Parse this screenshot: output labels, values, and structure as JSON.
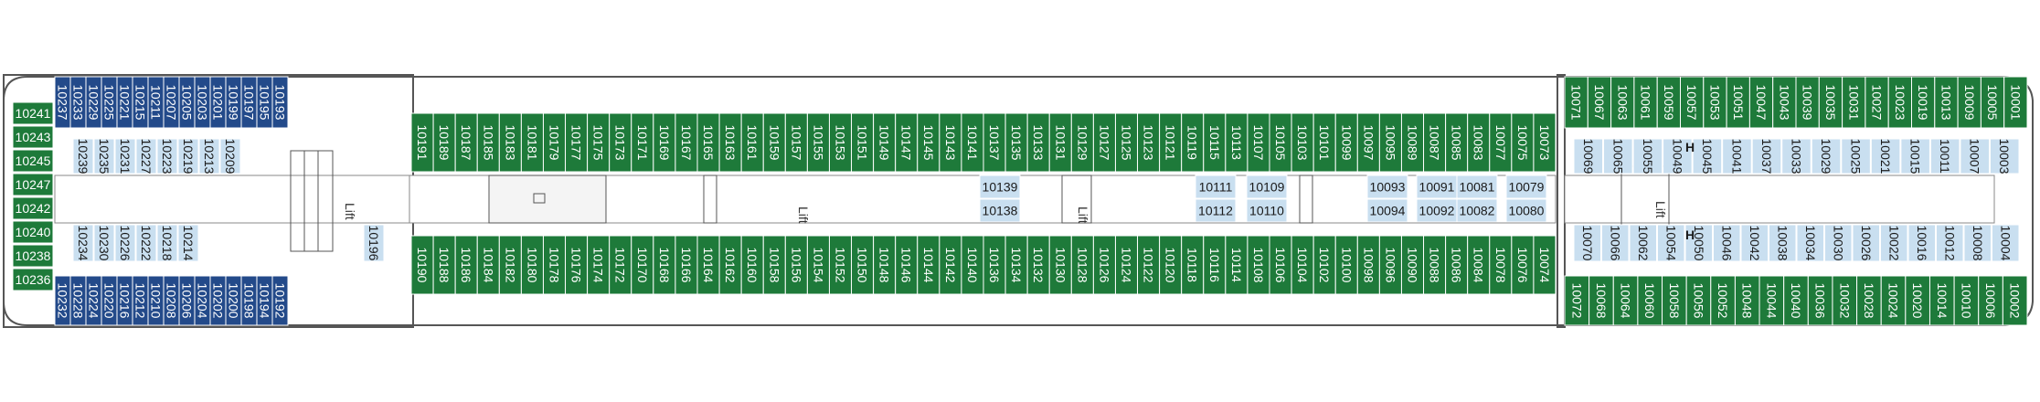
{
  "colors": {
    "outside_cabin": "#1e7a3a",
    "inside_cabin": "#234a8a",
    "interior_cabin": "#c9dff0",
    "hull_stroke": "#555555",
    "cabin_text": "#ffffff",
    "interior_text": "#1a1a1a"
  },
  "labels": {
    "lift_aft": "Lift",
    "lift_mid1": "Lift",
    "lift_mid2": "Lift",
    "lift_fwd": "Lift",
    "h_upper": "H",
    "h_lower": "H"
  },
  "cabins": {
    "stern_col": [
      "10241",
      "10243",
      "10245",
      "10247",
      "10242",
      "10240",
      "10238",
      "10236"
    ],
    "aft_top": [
      "10237",
      "10233",
      "10229",
      "10225",
      "10221",
      "10215",
      "10211",
      "10207",
      "10205",
      "10203",
      "10201",
      "10199",
      "10197",
      "10195",
      "10193"
    ],
    "aft_bottom": [
      "10232",
      "10228",
      "10224",
      "10220",
      "10216",
      "10212",
      "10210",
      "10208",
      "10206",
      "10204",
      "10202",
      "10200",
      "10198",
      "10194",
      "10192"
    ],
    "aft_inner_top": [
      "10239",
      "10235",
      "10231",
      "10227",
      "10223",
      "10219",
      "10213",
      "10209"
    ],
    "aft_inner_bottom": [
      "10234",
      "10230",
      "10226",
      "10222",
      "10218",
      "10214"
    ],
    "aft_inner_single": "10196",
    "mid_top": [
      "10191",
      "10189",
      "10187",
      "10185",
      "10183",
      "10181",
      "10179",
      "10177",
      "10175",
      "10173",
      "10171",
      "10169",
      "10167",
      "10165",
      "10163",
      "10161",
      "10159",
      "10157",
      "10155",
      "10153",
      "10151",
      "10149",
      "10147",
      "10145",
      "10143",
      "10141",
      "10137",
      "10135",
      "10133",
      "10131",
      "10129",
      "10127",
      "10125",
      "10123",
      "10121",
      "10119",
      "10115",
      "10113",
      "10107",
      "10105",
      "10103",
      "10101",
      "10099",
      "10097",
      "10095",
      "10089",
      "10087",
      "10085",
      "10083",
      "10077",
      "10075",
      "10073"
    ],
    "mid_bottom": [
      "10190",
      "10188",
      "10186",
      "10184",
      "10182",
      "10180",
      "10178",
      "10176",
      "10174",
      "10172",
      "10170",
      "10168",
      "10166",
      "10164",
      "10162",
      "10160",
      "10158",
      "10156",
      "10154",
      "10152",
      "10150",
      "10148",
      "10146",
      "10144",
      "10142",
      "10140",
      "10136",
      "10134",
      "10132",
      "10130",
      "10128",
      "10126",
      "10124",
      "10122",
      "10120",
      "10118",
      "10116",
      "10114",
      "10108",
      "10106",
      "10104",
      "10102",
      "10100",
      "10098",
      "10096",
      "10090",
      "10088",
      "10086",
      "10084",
      "10078",
      "10076",
      "10074"
    ],
    "mid_interior": [
      [
        "10139",
        "10138"
      ],
      [
        "10111",
        "10112"
      ],
      [
        "10109",
        "10110"
      ],
      [
        "10093",
        "10094"
      ],
      [
        "10091",
        "10092"
      ],
      [
        "10081",
        "10082"
      ],
      [
        "10079",
        "10080"
      ]
    ],
    "fwd_top": [
      "10071",
      "10067",
      "10063",
      "10061",
      "10059",
      "10057",
      "10053",
      "10051",
      "10047",
      "10043",
      "10039",
      "10035",
      "10031",
      "10027",
      "10023",
      "10019",
      "10013",
      "10009",
      "10005",
      "10001"
    ],
    "fwd_bottom": [
      "10072",
      "10068",
      "10064",
      "10060",
      "10058",
      "10056",
      "10052",
      "10048",
      "10044",
      "10040",
      "10036",
      "10032",
      "10028",
      "10024",
      "10020",
      "10014",
      "10010",
      "10006",
      "10002"
    ],
    "fwd_inner_top": [
      "10069",
      "10065",
      "10055",
      "10049",
      "10045",
      "10041",
      "10037",
      "10033",
      "10029",
      "10025",
      "10021",
      "10015",
      "10011",
      "10007",
      "10003"
    ],
    "fwd_inner_bottom": [
      "10070",
      "10066",
      "10062",
      "10054",
      "10050",
      "10046",
      "10042",
      "10038",
      "10034",
      "10030",
      "10026",
      "10022",
      "10016",
      "10012",
      "10008",
      "10004"
    ]
  }
}
